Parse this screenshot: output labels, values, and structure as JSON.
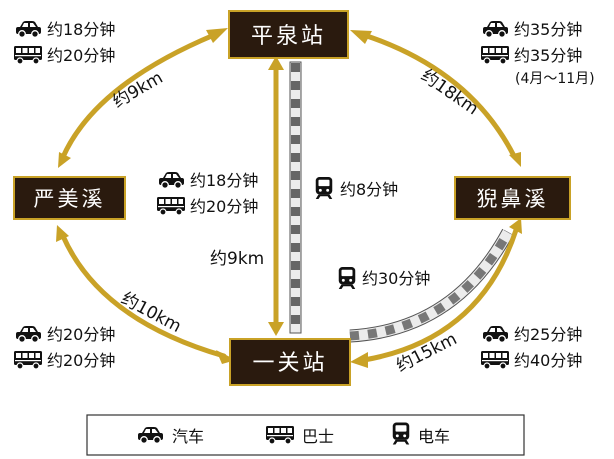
{
  "stations": {
    "hiraizumi": "平泉站",
    "genbikei": "严美溪",
    "geibikei": "猊鼻溪",
    "ichinoseki": "一关站"
  },
  "routes": {
    "hira_gen": {
      "distance": "约9km",
      "car": "约18分钟",
      "bus": "约20分钟"
    },
    "hira_gei": {
      "distance": "约18km",
      "car": "约35分钟",
      "bus": "约35分钟",
      "note": "(4月～11月)"
    },
    "hira_ichi": {
      "distance": "约9km",
      "car": "约18分钟",
      "bus": "约20分钟",
      "train": "约8分钟"
    },
    "gen_ichi": {
      "distance": "约10km",
      "car": "约20分钟",
      "bus": "约20分钟"
    },
    "gei_ichi": {
      "distance": "约15km",
      "car": "约25分钟",
      "bus": "约40分钟",
      "train": "约30分钟"
    }
  },
  "legend": {
    "car": "汽车",
    "bus": "巴士",
    "train": "电车"
  },
  "colors": {
    "arrow": "#c9a227",
    "station_bg": "#2a1a0e",
    "station_border": "#c9a227",
    "station_text": "#ffffff",
    "rail_dark": "#6a6a6a",
    "rail_light": "#e6e6e6",
    "text": "#111111"
  },
  "icons": {
    "car": "car-icon",
    "bus": "bus-icon",
    "train": "train-icon"
  }
}
